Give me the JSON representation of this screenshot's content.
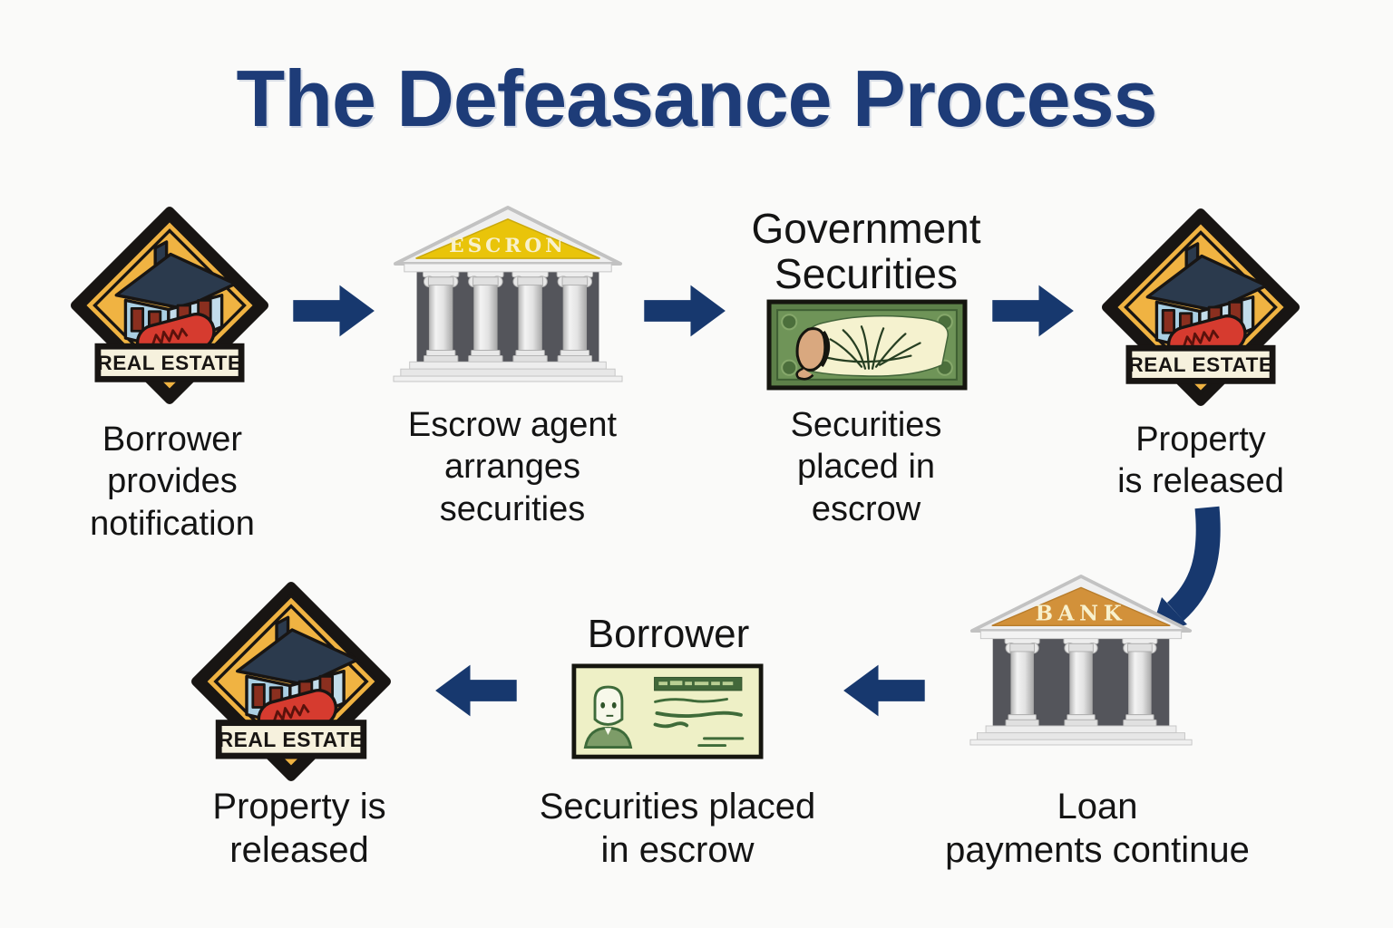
{
  "title": "The Defeasance Process",
  "sign_labels": {
    "real_estate": "REAL ESTATE",
    "escrow_building": "ESCRON",
    "bank_building": "BANK"
  },
  "top_row": {
    "step1_caption": "Borrower\nprovides\nnotification",
    "step2_caption": "Escrow agent\narranges\nsecurities",
    "step3_label": "Government\nSecurities",
    "step3_caption": "Securities\nplaced in\nescrow",
    "step4_caption": "Property\nis released"
  },
  "bottom_row": {
    "bank_caption": "Loan\npayments continue",
    "check_label": "Borrower",
    "check_caption": "Securities placed\nin escrow",
    "property_caption": "Property is\nreleased"
  },
  "colors": {
    "background": "#fafaf9",
    "title_navy": "#1e3c78",
    "arrow_navy": "#17386e",
    "sign_yellow": "#f0b342",
    "escrow_pediment_yellow": "#e9c40a",
    "bank_pediment_orange": "#d2913a",
    "banknote_green": "#5d8049",
    "tag_red": "#d63b2f"
  }
}
